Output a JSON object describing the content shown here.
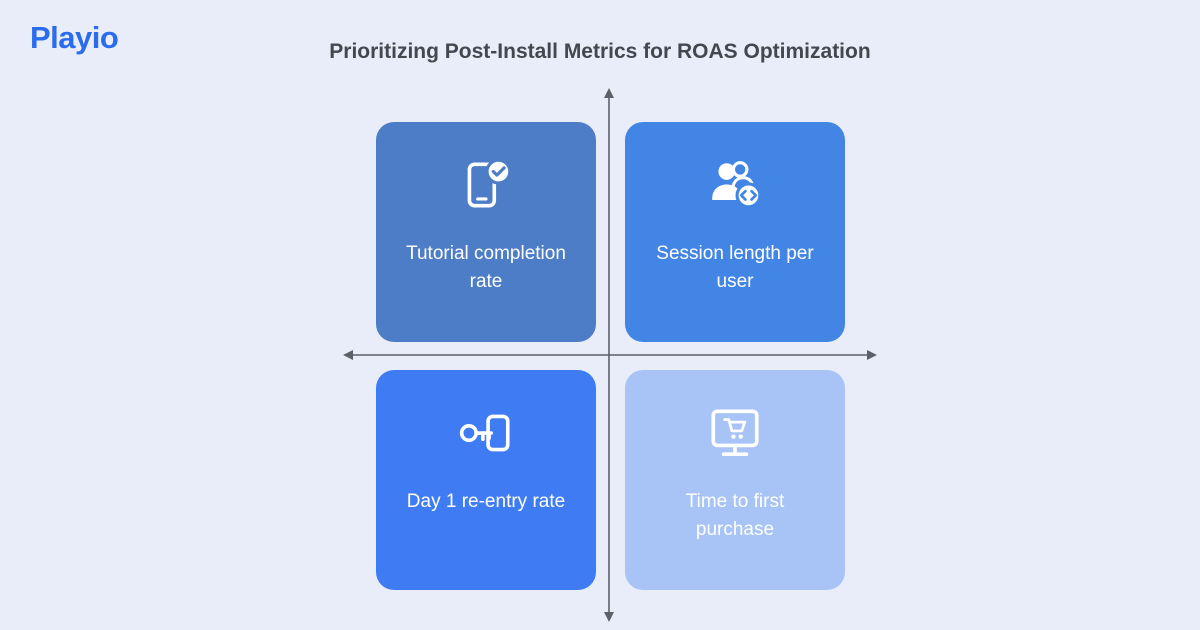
{
  "brand": {
    "logo_text": "Playio",
    "logo_color": "#2b6bed"
  },
  "title": "Prioritizing Post-Install Metrics for ROAS Optimization",
  "axes": {
    "color": "#5a6168"
  },
  "quadrants": [
    {
      "position": "top-left",
      "label": "Tutorial completion rate",
      "icon": "phone-check-icon",
      "bg": "#4d7dc7"
    },
    {
      "position": "top-right",
      "label": "Session length per user",
      "icon": "users-code-icon",
      "bg": "#4285e4"
    },
    {
      "position": "bottom-left",
      "label": "Day 1 re-entry rate",
      "icon": "key-entry-icon",
      "bg": "#3f7cf3"
    },
    {
      "position": "bottom-right",
      "label": "Time to first purchase",
      "icon": "monitor-cart-icon",
      "bg": "#a8c4f7"
    }
  ]
}
